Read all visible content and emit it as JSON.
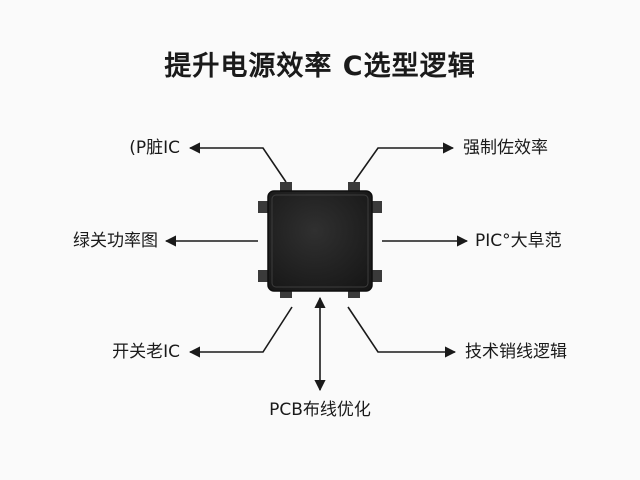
{
  "title": "提升电源效率 C选型逻辑",
  "labels": {
    "top_left": "(P脏IC",
    "top_right": "强制佐效率",
    "mid_left": "绿关功率图",
    "mid_right": "PIC°大阜范",
    "bottom_left": "开关老IC",
    "bottom_right": "技术销线逻辑",
    "bottom_center": "PCB布线优化"
  },
  "colors": {
    "chip_body": "#262626",
    "pin": "#3a3a3a",
    "line": "#1a1a1a"
  }
}
